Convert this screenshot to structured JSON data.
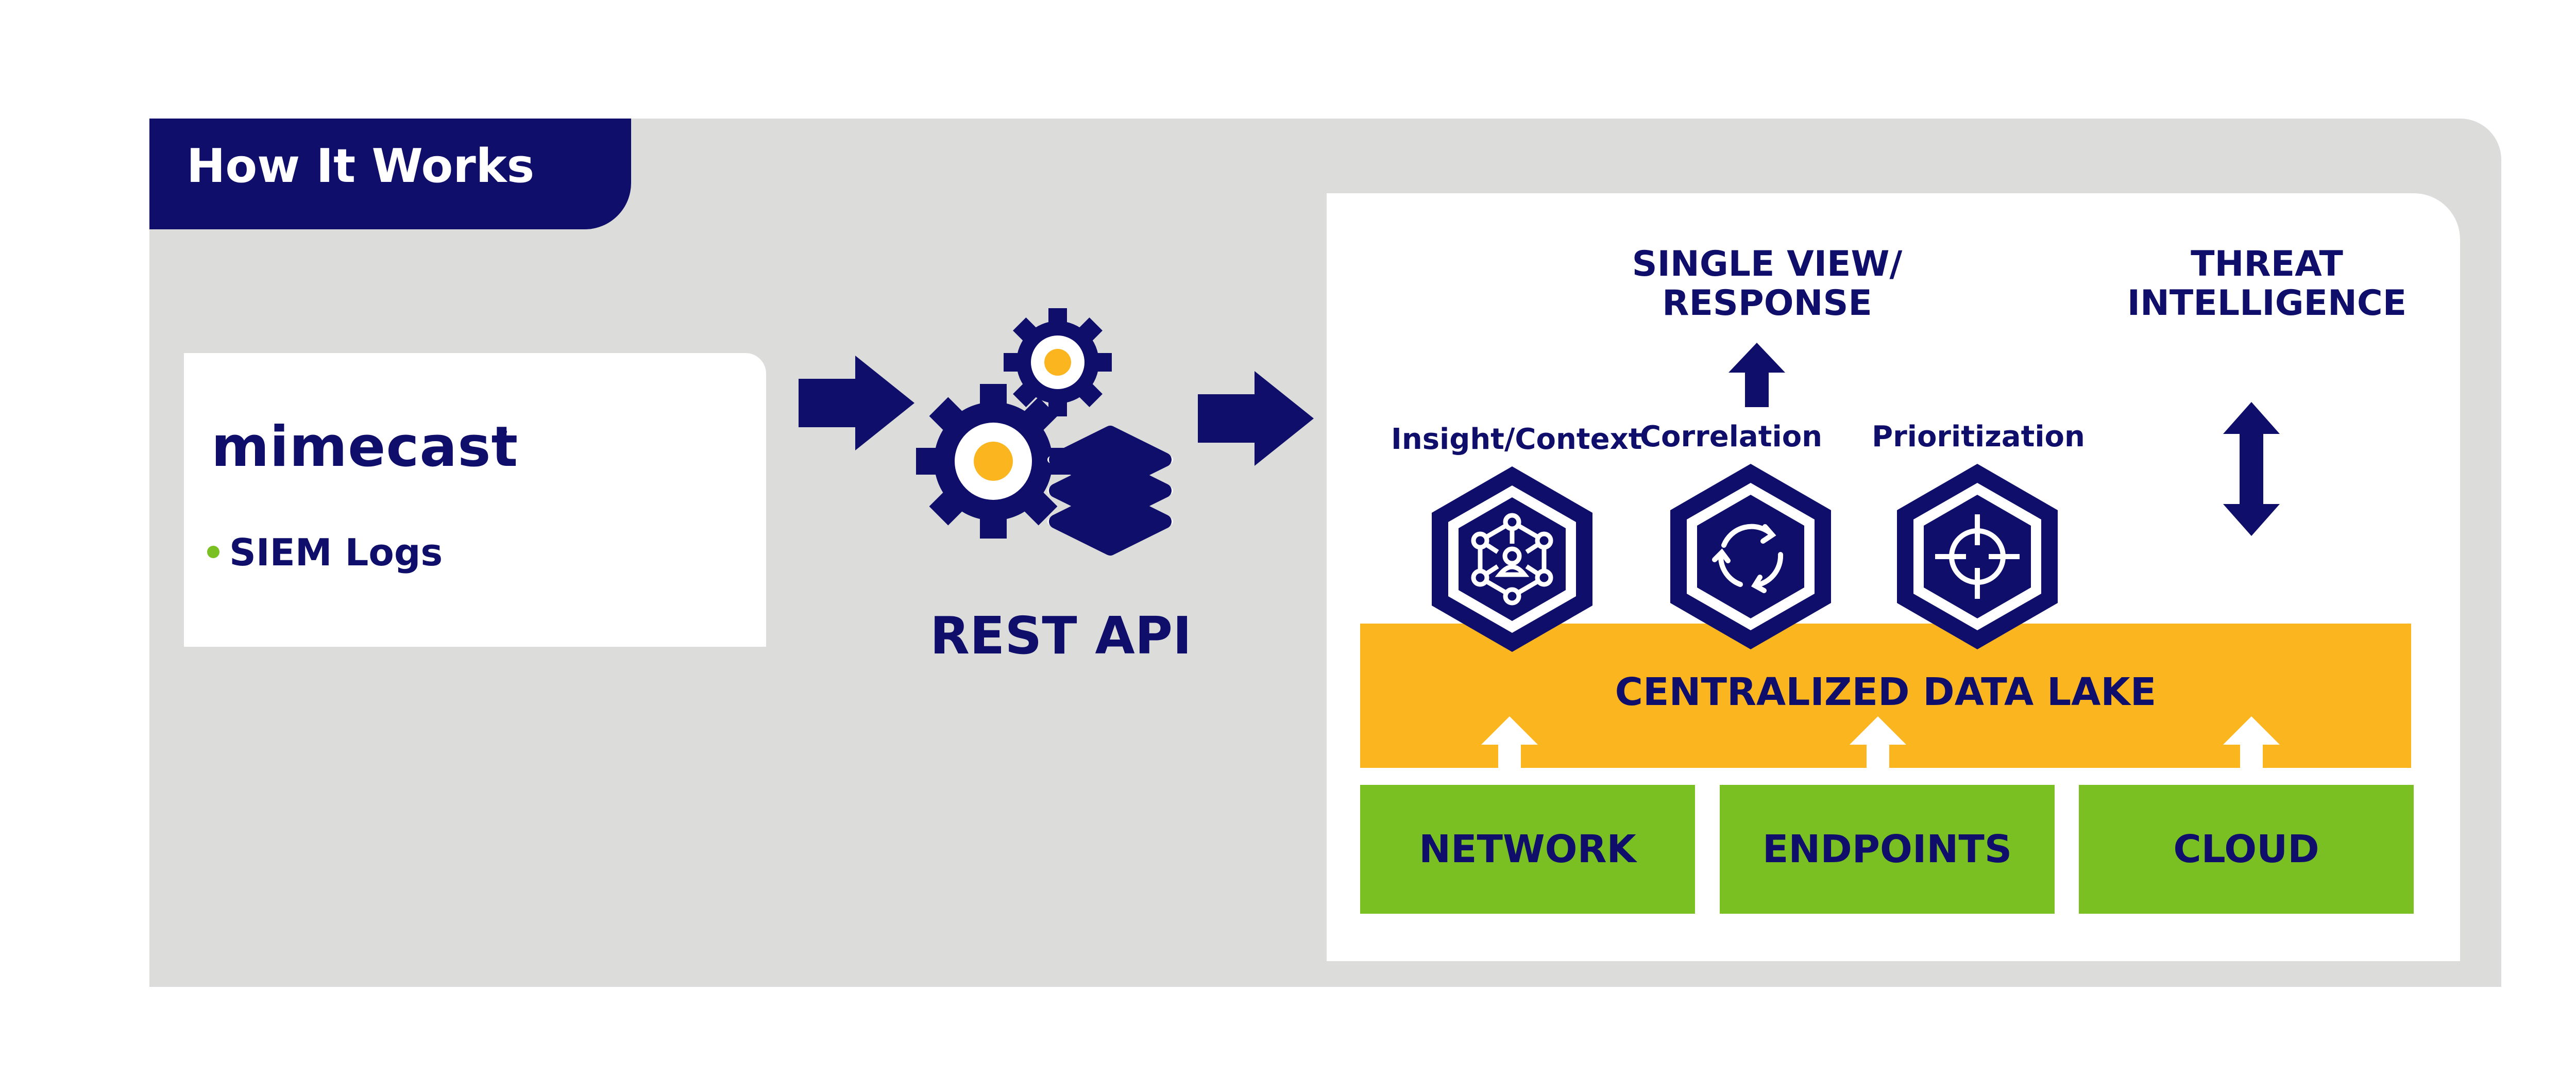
{
  "header": {
    "title": "How It Works"
  },
  "source": {
    "brand": "mimecast",
    "bullet_item": "SIEM Logs"
  },
  "api": {
    "label": "REST API"
  },
  "platform": {
    "single_view_lines": [
      "SINGLE VIEW/",
      "RESPONSE"
    ],
    "threat_lines": [
      "THREAT",
      "INTELLIGENCE"
    ],
    "capabilities": [
      {
        "label": "Insight/Context",
        "icon": "network-person-icon"
      },
      {
        "label": "Correlation",
        "icon": "cycle-arrows-icon"
      },
      {
        "label": "Prioritization",
        "icon": "crosshair-icon"
      }
    ],
    "data_lake": "CENTRALIZED DATA LAKE",
    "sources": [
      "NETWORK",
      "ENDPOINTS",
      "CLOUD"
    ]
  },
  "colors": {
    "navy": "#0f0f6b",
    "panel_grey": "#dcdddb",
    "data_lake_yellow": "#fbb51f",
    "source_green": "#7ac022",
    "gear_center_yellow": "#fbb51f"
  }
}
